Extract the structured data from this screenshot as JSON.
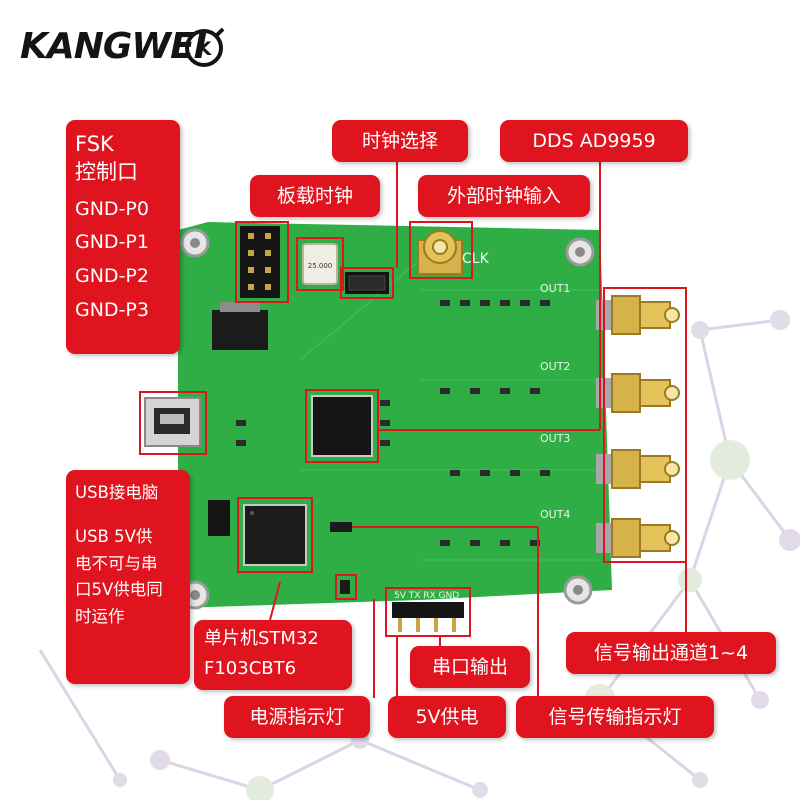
{
  "brand": {
    "logo_text": "KANGWEI",
    "logo_mark": "K"
  },
  "board": {
    "silkscreen": {
      "clk": "CLK",
      "out1": "OUT1",
      "out2": "OUT2",
      "out3": "OUT3",
      "out4": "OUT4",
      "header": "5V TX RX GND",
      "crystal": "25.000"
    }
  },
  "callouts": {
    "fsk": {
      "title_line1": "FSK",
      "title_line2": "控制口",
      "pins": [
        "GND-P0",
        "GND-P1",
        "GND-P2",
        "GND-P3"
      ]
    },
    "onboard_clock": "板载时钟",
    "clock_select": "时钟选择",
    "dds": "DDS AD9959",
    "external_clock": "外部时钟输入",
    "usb": {
      "line1": "USB接电脑",
      "line2": "USB 5V供",
      "line3": "电不可与串",
      "line4": "口5V供电同",
      "line5": "时运作"
    },
    "mcu": {
      "line1": "单片机STM32",
      "line2": "F103CBT6"
    },
    "uart_out": "串口输出",
    "signal_out": "信号输出通道1~4",
    "power_led": "电源指示灯",
    "power_5v": "5V供电",
    "signal_led": "信号传输指示灯"
  },
  "colors": {
    "callout_bg": "#e0141e",
    "callout_text": "#ffffff",
    "pcb_green": "#2fae45",
    "line_color": "#e0141e"
  }
}
